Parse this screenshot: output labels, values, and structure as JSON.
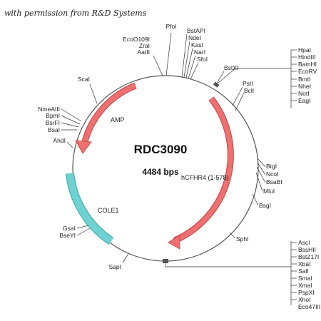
{
  "credit": "with permission from R&D Systems",
  "plasmid": {
    "name": "RDC3090",
    "size_label": "4484 bps"
  },
  "features": {
    "amp": "AMP",
    "cole1": "COLE1",
    "insert": "hCFHR4 (1-578)"
  },
  "sites": {
    "pfol": "PfoI",
    "ecoo109i": "EcoO109I",
    "zrai": "ZraI",
    "aatii": "AatII",
    "bstapi": "BstAPI",
    "ndei": "NdeI",
    "kasi": "KasI",
    "nari": "NarI",
    "sfoi": "SfoI",
    "bstxi": "BstXI",
    "psti": "PstI",
    "bcli": "BclI",
    "btgi": "BtgI",
    "ncoi": "NcoI",
    "bsabi": "BsaBI",
    "mlui": "MluI",
    "bsgi": "BsgI",
    "sphi": "SphI",
    "sapi": "SapI",
    "gsai": "GsaI",
    "bseyi": "BseYI",
    "ahdi": "AhdI",
    "bsai": "BsaI",
    "bsrfi": "BsrFI",
    "bpmi": "BpmI",
    "nmeaiii": "NmeAIII",
    "scai": "ScaI"
  },
  "mcs_top": [
    "HpaI",
    "HindIII",
    "BamHI",
    "EcoRV",
    "BmtI",
    "NheI",
    "NotI",
    "EagI"
  ],
  "mcs_bottom": [
    "AscI",
    "BssHII",
    "BstZ17I",
    "XbaI",
    "SalI",
    "SmaI",
    "XmaI",
    "PspXI",
    "XhoI",
    "Eco47III"
  ],
  "colors": {
    "backbone": "#555555",
    "amp_fill": "#ee7070",
    "amp_stroke": "#c94040",
    "cole1_fill": "#6fd2d2",
    "cole1_stroke": "#3aa6a6",
    "leader": "#333333"
  }
}
